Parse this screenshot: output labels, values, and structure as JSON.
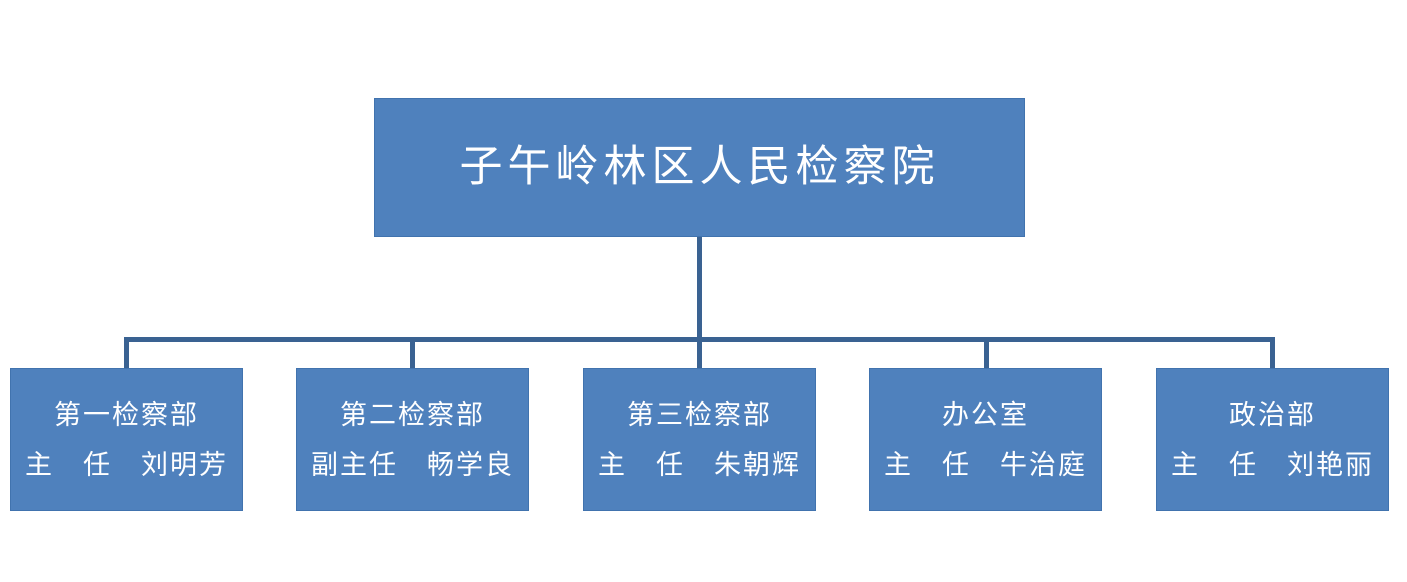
{
  "colors": {
    "background": "#FFFFFF",
    "box_fill": "#4F81BD",
    "box_border": "#4173AE",
    "connector": "#3A6292",
    "text": "#FFFFFF"
  },
  "org": {
    "root": {
      "name": "子午岭林区人民检察院"
    },
    "departments": [
      {
        "name": "第一检察部",
        "head": "主　任　刘明芳"
      },
      {
        "name": "第二检察部",
        "head": "副主任　畅学良"
      },
      {
        "name": "第三检察部",
        "head": "主　任　朱朝辉"
      },
      {
        "name": "办公室",
        "head": "主　任　牛治庭"
      },
      {
        "name": "政治部",
        "head": "主　任　刘艳丽"
      }
    ]
  }
}
